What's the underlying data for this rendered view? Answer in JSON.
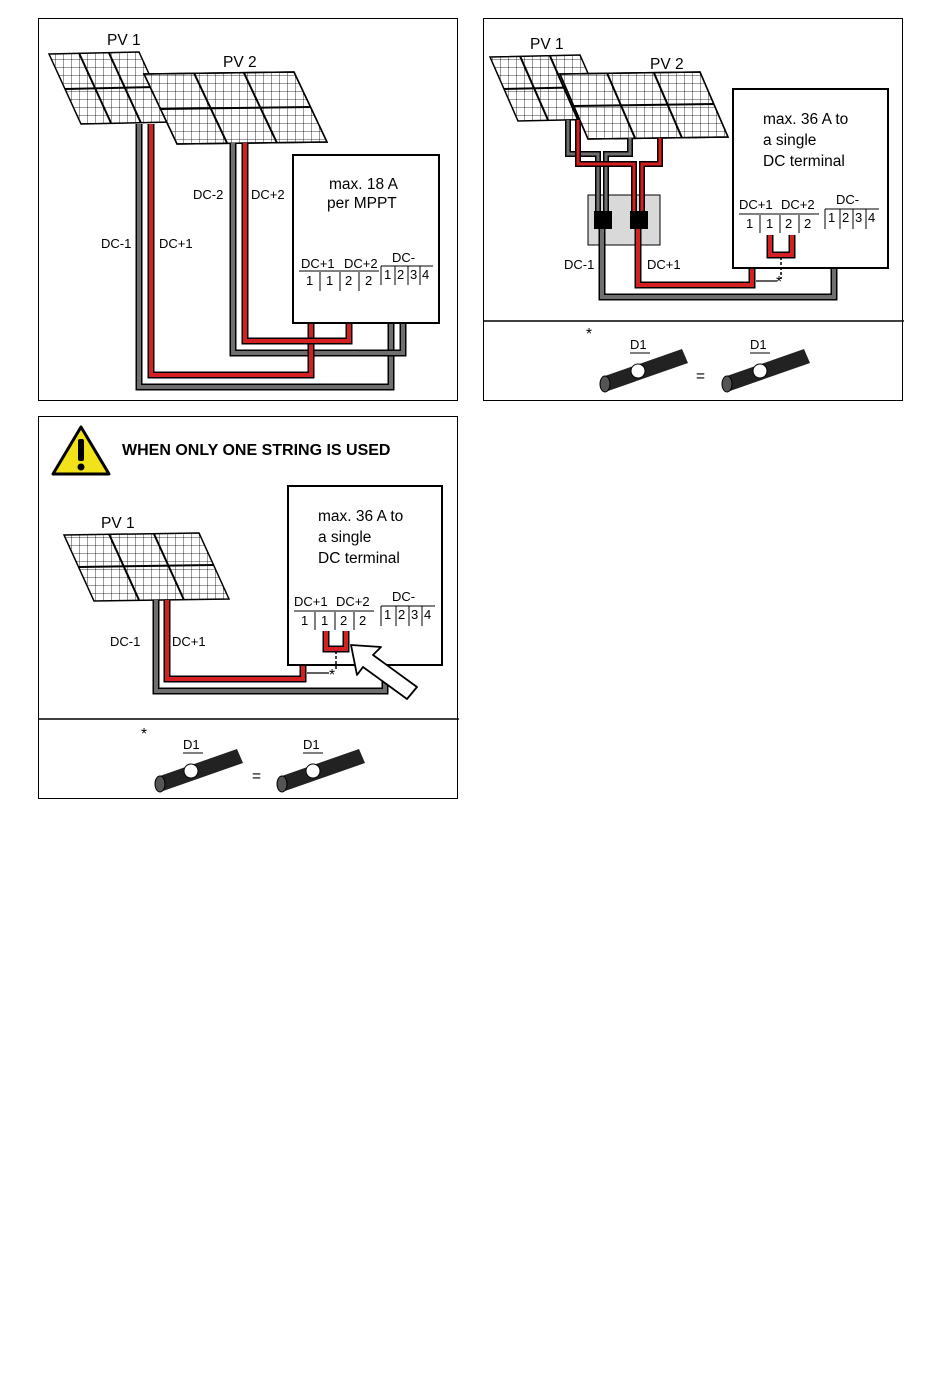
{
  "diagram1": {
    "pv1_label": "PV 1",
    "pv2_label": "PV 2",
    "dc_minus_2": "DC-2",
    "dc_plus_2": "DC+2",
    "dc_minus_1": "DC-1",
    "dc_plus_1": "DC+1",
    "box_line1": "max. 18 A",
    "box_line2": "per MPPT",
    "term_dc_plus1": "DC+1",
    "term_dc_plus2": "DC+2",
    "term_dc_minus": "DC-",
    "terminals": [
      "1",
      "1",
      "2",
      "2",
      "1",
      "2",
      "3",
      "4"
    ]
  },
  "diagram2": {
    "pv1_label": "PV 1",
    "pv2_label": "PV 2",
    "dc_minus_1": "DC-1",
    "dc_plus_1": "DC+1",
    "box_line1": "max. 36 A to",
    "box_line2": "a single",
    "box_line3": "DC terminal",
    "term_dc_plus1": "DC+1",
    "term_dc_plus2": "DC+2",
    "term_dc_minus": "DC-",
    "terminals": [
      "1",
      "1",
      "2",
      "2",
      "1",
      "2",
      "3",
      "4"
    ],
    "asterisk": "*",
    "footnote": {
      "asterisk": "*",
      "d1_left": "D1",
      "equals": "=",
      "d1_right": "D1"
    }
  },
  "diagram3": {
    "warning_heading": "WHEN ONLY ONE STRING IS USED",
    "pv1_label": "PV 1",
    "dc_minus_1": "DC-1",
    "dc_plus_1": "DC+1",
    "box_line1": "max. 36 A to",
    "box_line2": "a single",
    "box_line3": "DC terminal",
    "term_dc_plus1": "DC+1",
    "term_dc_plus2": "DC+2",
    "term_dc_minus": "DC-",
    "terminals": [
      "1",
      "1",
      "2",
      "2",
      "1",
      "2",
      "3",
      "4"
    ],
    "asterisk": "*",
    "footnote": {
      "asterisk": "*",
      "d1_left": "D1",
      "equals": "=",
      "d1_right": "D1"
    }
  },
  "colors": {
    "dc_plus_wire": "#d42020",
    "dc_minus_wire": "#6f6f6f",
    "warning_yellow": "#f2e21a",
    "combiner_gray": "#d9d9d9"
  }
}
